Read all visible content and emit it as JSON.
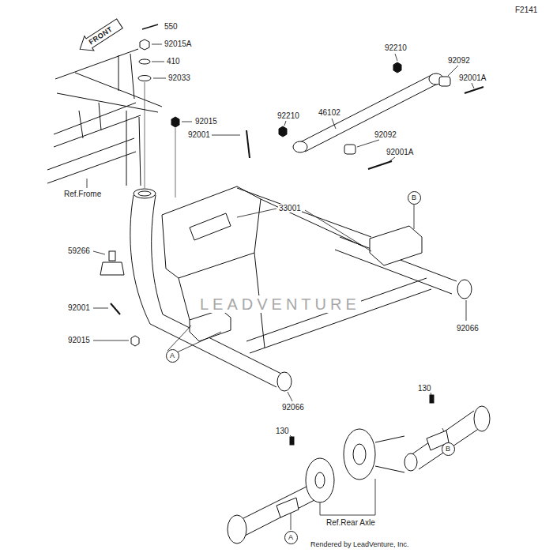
{
  "diagram": {
    "nodes": [
      {
        "text": [
          "A"
        ]
      },
      {
        "text": [
          "B"
        ]
      },
      {
        "text": [
          "B"
        ]
      },
      {
        "text": [
          "A"
        ]
      }
    ],
    "labels": [
      "F2141",
      "550",
      "92015A",
      "410",
      "92033",
      "FRONT",
      "92015",
      "92001",
      "Ref.Frome",
      "33001",
      "92210",
      "92092",
      "92001A",
      "92210",
      "46102",
      "92092",
      "92001A",
      "59266",
      "92001",
      "92015",
      "92066",
      "92066",
      "130",
      "130",
      "Ref.Rear Axle",
      "Rendered by LeadVenture, Inc.",
      "LEADVENTURE"
    ]
  }
}
